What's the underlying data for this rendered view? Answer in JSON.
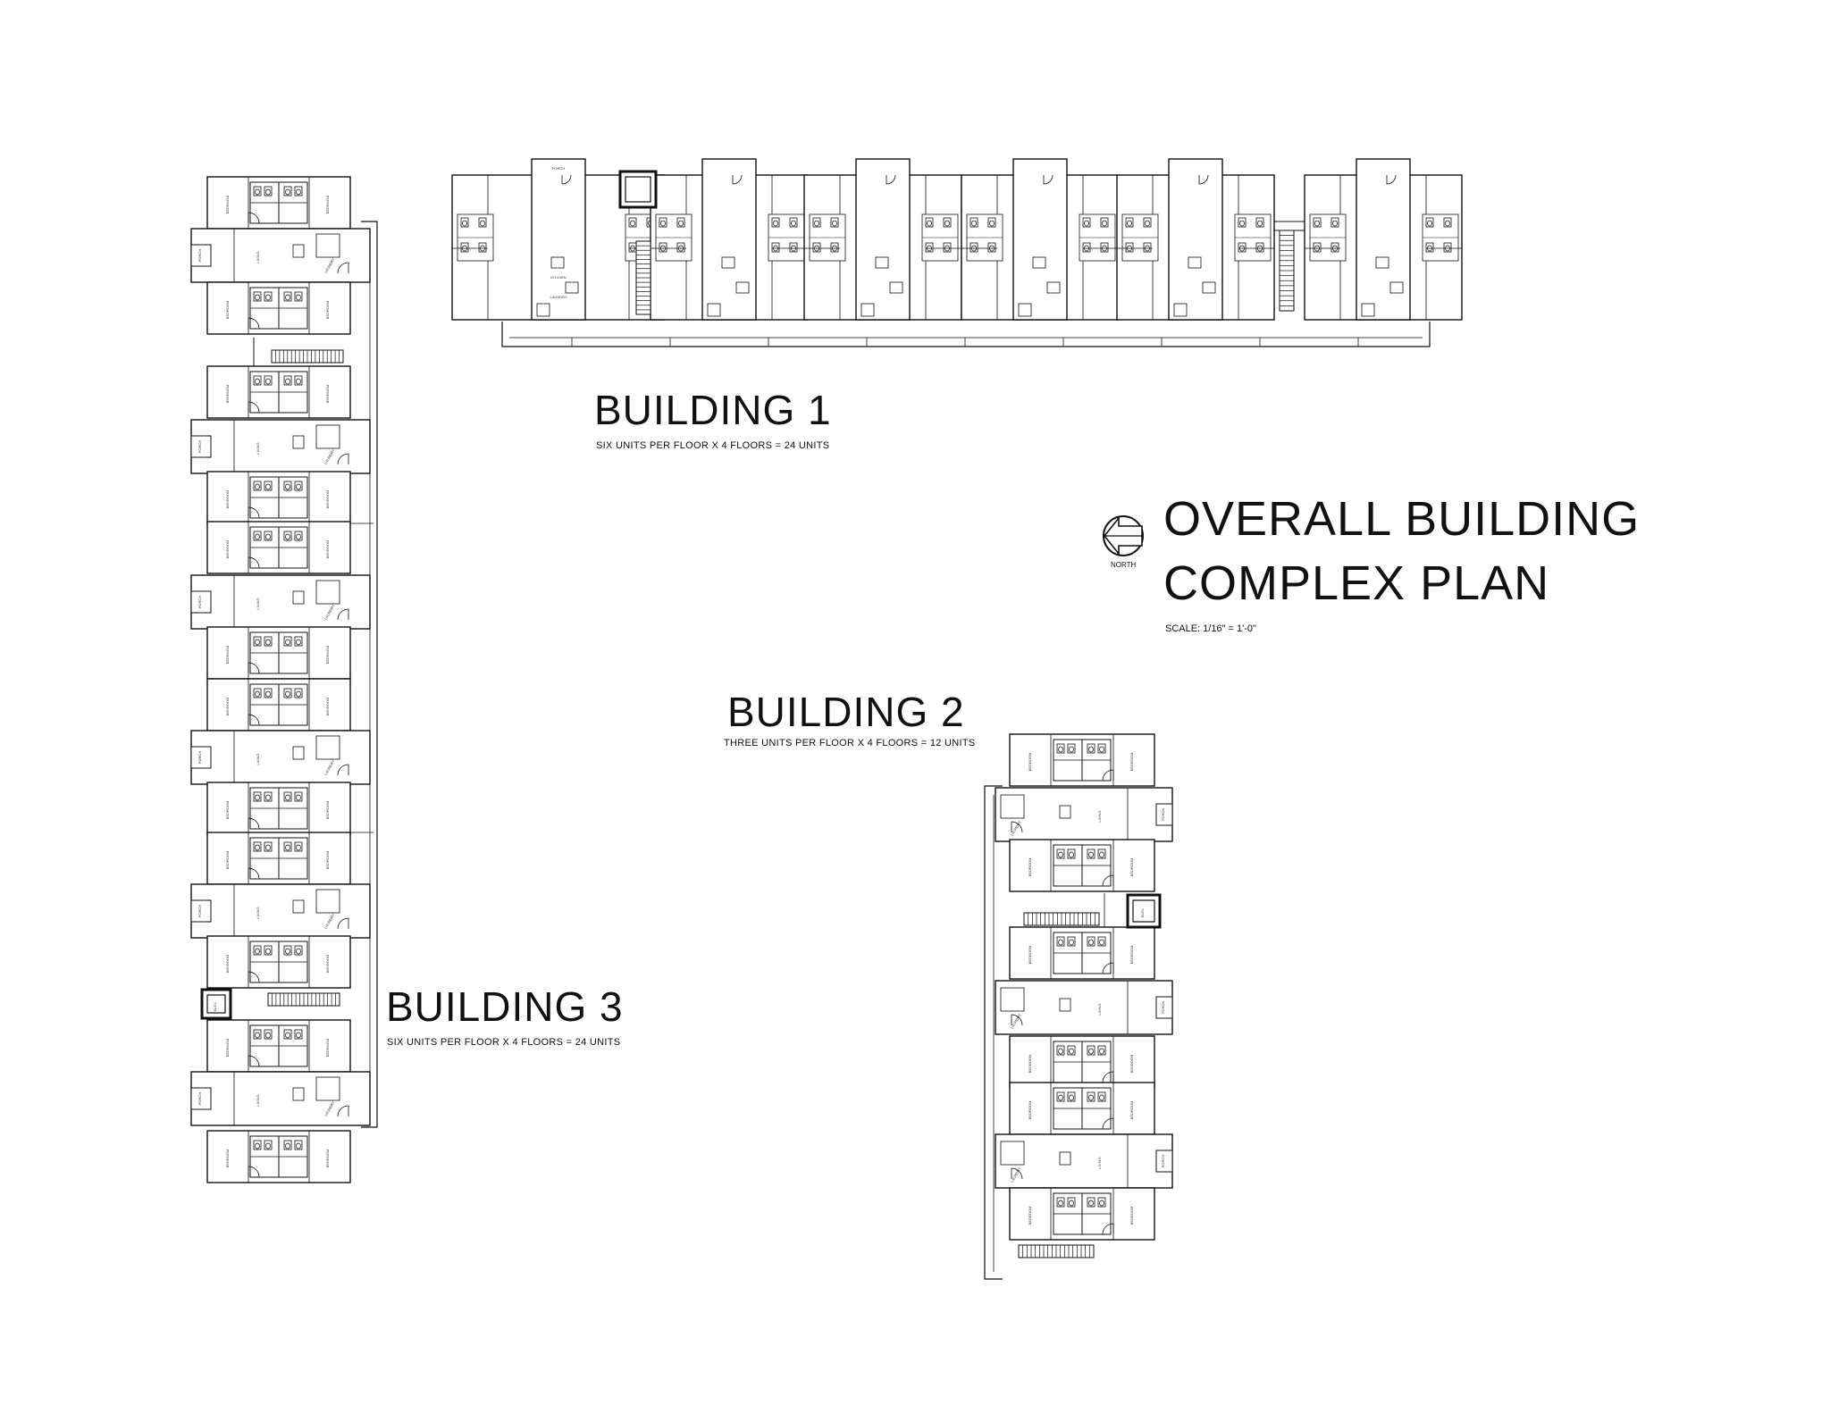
{
  "title": {
    "line1": "OVERALL BUILDING",
    "line2": "COMPLEX PLAN",
    "scale": "SCALE: 1/16\" = 1'-0\""
  },
  "north_arrow": {
    "label": "NORTH",
    "icon": "north-arrow-icon",
    "pointing": "left"
  },
  "buildings": [
    {
      "id": "building-1",
      "name": "BUILDING  1",
      "subtitle": "SIX UNITS PER FLOOR X 4 FLOORS = 24 UNITS"
    },
    {
      "id": "building-2",
      "name": "BUILDING 2",
      "subtitle": "THREE UNITS PER FLOOR X 4 FLOORS = 12 UNITS"
    },
    {
      "id": "building-3",
      "name": "BUILDING 3",
      "subtitle": "SIX UNITS PER FLOOR X 4 FLOORS = 24 UNITS"
    }
  ],
  "room_labels": {
    "porch": "PORCH",
    "kitchen": "KITCHEN",
    "laundry": "LAUNDRY",
    "living": "LIVING",
    "bedroom": "BEDROOM",
    "elev": "ELEV."
  }
}
